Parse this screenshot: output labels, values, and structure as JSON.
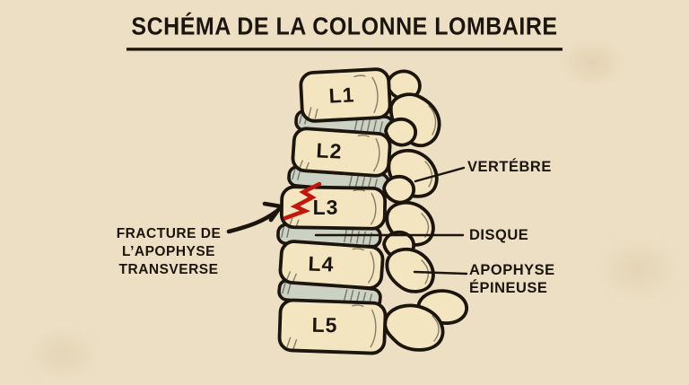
{
  "title": "SCHÉMA DE LA COLONNE LOMBAIRE",
  "vertebrae": [
    {
      "label": "L1"
    },
    {
      "label": "L2"
    },
    {
      "label": "L3"
    },
    {
      "label": "L4"
    },
    {
      "label": "L5"
    }
  ],
  "annotations": {
    "vertebra_label": "VERTÉBRE",
    "disc_label": "DISQUE",
    "spinous_label": "APOPHYSE ÉPINEUSE",
    "fracture_label": "FRACTURE DE L’APOPHYSE TRANSVERSE"
  },
  "colors": {
    "bg": "#ecdfc4",
    "bone": "#f2e5c0",
    "disc": "#cbd2c3",
    "ink": "#1c150d",
    "red": "#c4170c"
  }
}
